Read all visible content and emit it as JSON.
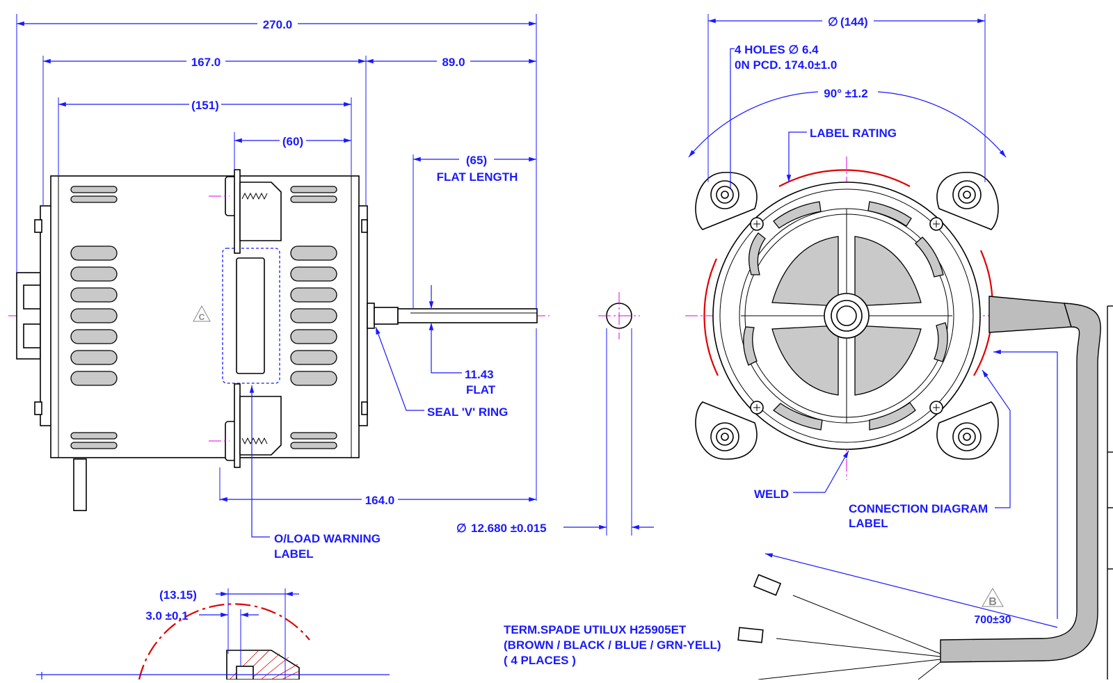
{
  "colors": {
    "dimension": "#1a1aff",
    "outline": "#000000",
    "centerline": "#e000e0",
    "label_area": "#e00000",
    "slot_fill": "#c9c9c9"
  },
  "side_view": {
    "overall_length": "270.0",
    "body_length": "167.0",
    "shaft_length": "89.0",
    "can_length": "(151)",
    "bracket_spacing": "(60)",
    "flat_length_value": "(65)",
    "flat_length_label": "FLAT LENGTH",
    "flat_value": "11.43",
    "flat_label": "FLAT",
    "seal_label": "SEAL 'V' RING",
    "mount_to_shaft": "164.0",
    "warning_label_line1": "O/LOAD WARNING",
    "warning_label_line2": "LABEL",
    "datum_c": "C"
  },
  "shaft_section": {
    "diameter": "12.680 ±0.015",
    "diameter_symbol": "∅"
  },
  "end_view": {
    "diameter_text": "(144)",
    "holes_line1": "4 HOLES ∅ 6.4",
    "holes_line2": "0N PCD. 174.0±1.0",
    "angle": "90°  ±1.2",
    "label_rating": "LABEL RATING",
    "weld": "WELD",
    "connection_line1": "CONNECTION DIAGRAM",
    "connection_line2": "LABEL",
    "datum_b": "B",
    "lead_length": "700±30",
    "term_line1": "TERM.SPADE UTILUX H25905ET",
    "term_line2": "(BROWN / BLACK / BLUE / GRN-YELL)",
    "term_line3": "( 4 PLACES )"
  },
  "detail_view": {
    "dim_a": "(13.15)",
    "dim_b": "3.0 ±0.1"
  }
}
